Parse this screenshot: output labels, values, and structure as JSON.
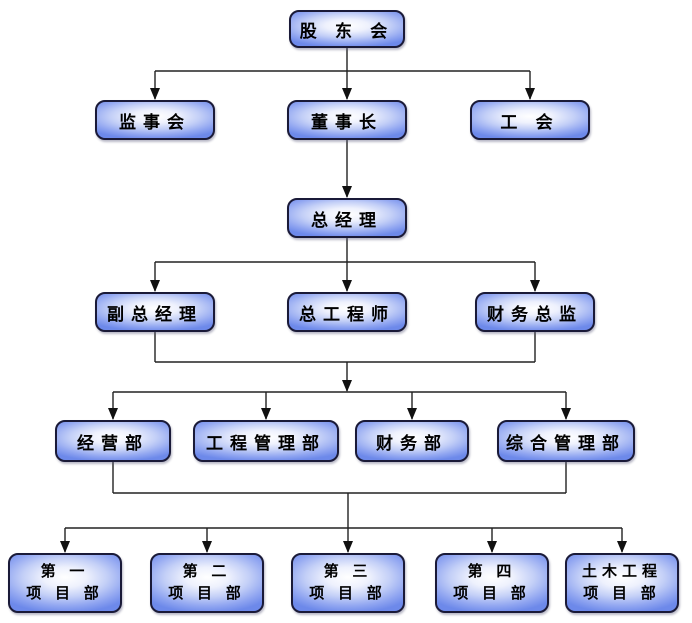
{
  "colors": {
    "background": "#ffffff",
    "node_fill": "#6d89ea",
    "node_highlight": "#ffffff",
    "node_border": "#1a1a38",
    "connector": "#222222",
    "arrowhead": "#111111",
    "text": "#000000"
  },
  "org": {
    "nodes": {
      "shareholders_meeting": {
        "label": "股 东 会"
      },
      "supervisory_board": {
        "label": "监事会"
      },
      "chairman": {
        "label": "董事长"
      },
      "labor_union": {
        "label": "工 会"
      },
      "general_manager": {
        "label": "总经理"
      },
      "deputy_general_manager": {
        "label": "副总经理"
      },
      "chief_engineer": {
        "label": "总工程师"
      },
      "finance_director": {
        "label": "财务总监"
      },
      "business_dept": {
        "label": "经营部"
      },
      "engineering_mgmt_dept": {
        "label": "工程管理部"
      },
      "finance_dept": {
        "label": "财务部"
      },
      "general_mgmt_dept": {
        "label": "综合管理部"
      },
      "project_dept_1": {
        "line1": "第 一",
        "line2": "项 目 部"
      },
      "project_dept_2": {
        "line1": "第 二",
        "line2": "项 目 部"
      },
      "project_dept_3": {
        "line1": "第 三",
        "line2": "项 目 部"
      },
      "project_dept_4": {
        "line1": "第 四",
        "line2": "项 目 部"
      },
      "civil_eng_project_dept": {
        "line1": "土木工程",
        "line2": "项 目 部"
      }
    },
    "links": [
      {
        "from": [
          "shareholders_meeting"
        ],
        "to": [
          "supervisory_board",
          "chairman",
          "labor_union"
        ]
      },
      {
        "from": [
          "chairman"
        ],
        "to": [
          "general_manager"
        ]
      },
      {
        "from": [
          "general_manager"
        ],
        "to": [
          "deputy_general_manager",
          "chief_engineer",
          "finance_director"
        ]
      },
      {
        "from": [
          "deputy_general_manager",
          "finance_director"
        ],
        "to": [
          "business_dept",
          "engineering_mgmt_dept",
          "finance_dept",
          "general_mgmt_dept"
        ]
      },
      {
        "from": [
          "business_dept",
          "general_mgmt_dept"
        ],
        "to": [
          "project_dept_1",
          "project_dept_2",
          "project_dept_3",
          "project_dept_4",
          "civil_eng_project_dept"
        ]
      }
    ]
  }
}
